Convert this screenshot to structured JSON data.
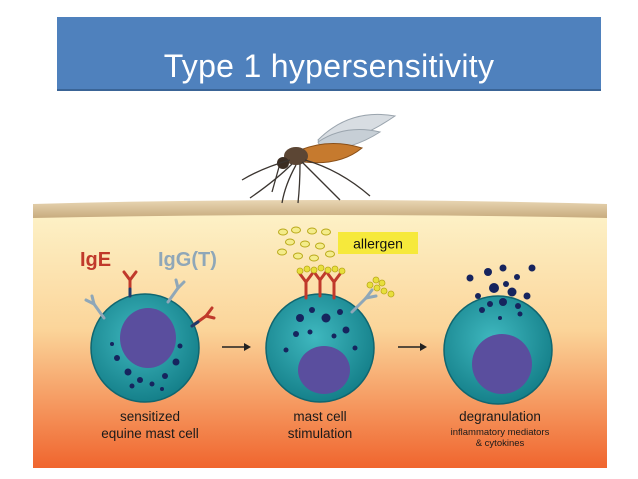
{
  "slide": {
    "title": "Type 1 hypersensitivity"
  },
  "figure": {
    "labels": {
      "ige": "IgE",
      "igg": "IgG(T)",
      "allergen": "allergen",
      "stage1_line1": "sensitized",
      "stage1_line2": "equine mast cell",
      "stage2_line1": "mast cell",
      "stage2_line2": "stimulation",
      "stage3_line1": "degranulation",
      "stage3_line2": "inflammatory mediators",
      "stage3_line3": "& cytokines"
    },
    "colors": {
      "title_bar": "#4f81bd",
      "cell": "#1f9aa4",
      "nucleus": "#5a4e9e",
      "granule": "#16245e",
      "ige": "#c0392b",
      "igg": "#8fa7b8",
      "allergen_particle": "#e8df3c",
      "allergen_label_bg": "#f6e93b"
    }
  }
}
